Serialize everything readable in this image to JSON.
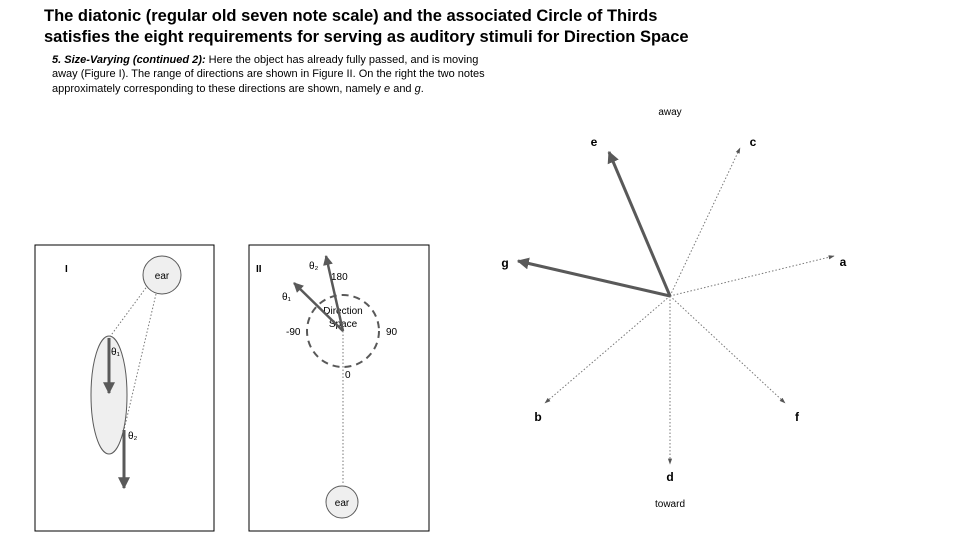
{
  "title": {
    "line1": "The diatonic (regular old seven note scale) and the associated Circle of Thirds",
    "line2": "satisfies the eight requirements for serving as auditory stimuli for Direction Space"
  },
  "description": {
    "lead": "5. Size-Varying (continued 2):",
    "text1": " Here the object has already fully passed, and is moving away (Figure I). The range of directions are shown in Figure II. On the right the two notes approximately corresponding to these directions are shown, namely ",
    "note1": "e",
    "and": " and ",
    "note2": "g",
    "period": "."
  },
  "figure1": {
    "label": "I",
    "ear_label": "ear",
    "theta1": "θ₁",
    "theta2": "θ₂"
  },
  "figure2": {
    "label": "II",
    "theta1": "θ₁",
    "theta2": "θ₂",
    "direction_space_line1": "Direction",
    "direction_space_line2": "Space",
    "deg_180": "180",
    "deg_neg90": "-90",
    "deg_90": "90",
    "deg_0": "0",
    "ear_label": "ear"
  },
  "circle_of_thirds": {
    "away_label": "away",
    "toward_label": "toward",
    "highlighted_notes": [
      "e",
      "g"
    ],
    "notes": [
      {
        "name": "e",
        "emphasis": true
      },
      {
        "name": "c",
        "emphasis": false
      },
      {
        "name": "a",
        "emphasis": false
      },
      {
        "name": "f",
        "emphasis": false
      },
      {
        "name": "d",
        "emphasis": false
      },
      {
        "name": "b",
        "emphasis": false
      },
      {
        "name": "g",
        "emphasis": true
      }
    ]
  },
  "colors": {
    "arrow_dark": "#595959",
    "ellipse_fill": "#efefef",
    "dotted_line": "#777777",
    "frame": "#000000"
  }
}
